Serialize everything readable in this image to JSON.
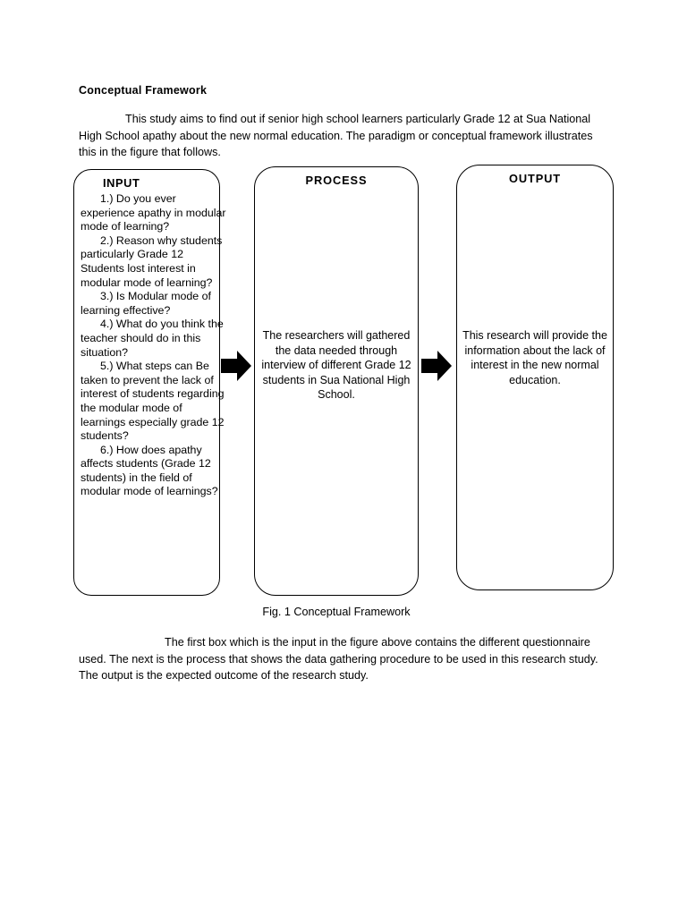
{
  "document": {
    "heading": "Conceptual Framework",
    "intro_paragraph": "This study aims to find out if senior high school learners particularly Grade 12 at Sua National High School apathy about the new normal education. The paradigm or conceptual framework illustrates this in the figure that follows.",
    "closing_paragraph": "The first box which is the input in the figure above contains the different questionnaire used. The next is the process that shows the data gathering procedure to be used in this research study. The output is the expected outcome of the research study."
  },
  "figure": {
    "caption": "Fig. 1 Conceptual Framework",
    "input": {
      "title": "INPUT",
      "questions": [
        "1.) Do you ever experience apathy in modular mode of learning?",
        "2.) Reason why students particularly Grade 12 Students lost interest in modular mode of learning?",
        "3.) Is Modular mode of learning effective?",
        "4.) What do you think the teacher should do in this situation?",
        "5.) What steps can Be taken to prevent the lack of interest of students regarding the modular mode of learnings especially grade 12 students?",
        "6.) How does apathy affects students (Grade 12 students) in the field of modular mode of learnings?"
      ]
    },
    "process": {
      "title": "PROCESS",
      "body": "The researchers will gathered the data needed through interview of different Grade 12 students in Sua National High School."
    },
    "output": {
      "title": "OUTPUT",
      "body": "This research will provide the information about the lack of interest in the new normal education."
    },
    "arrows": [
      {
        "name": "input-to-process",
        "glyph": "right-arrow-icon"
      },
      {
        "name": "process-to-output",
        "glyph": "right-arrow-icon"
      }
    ],
    "colors": {
      "ink": "#000000",
      "page": "#ffffff",
      "border": "#000000"
    }
  }
}
